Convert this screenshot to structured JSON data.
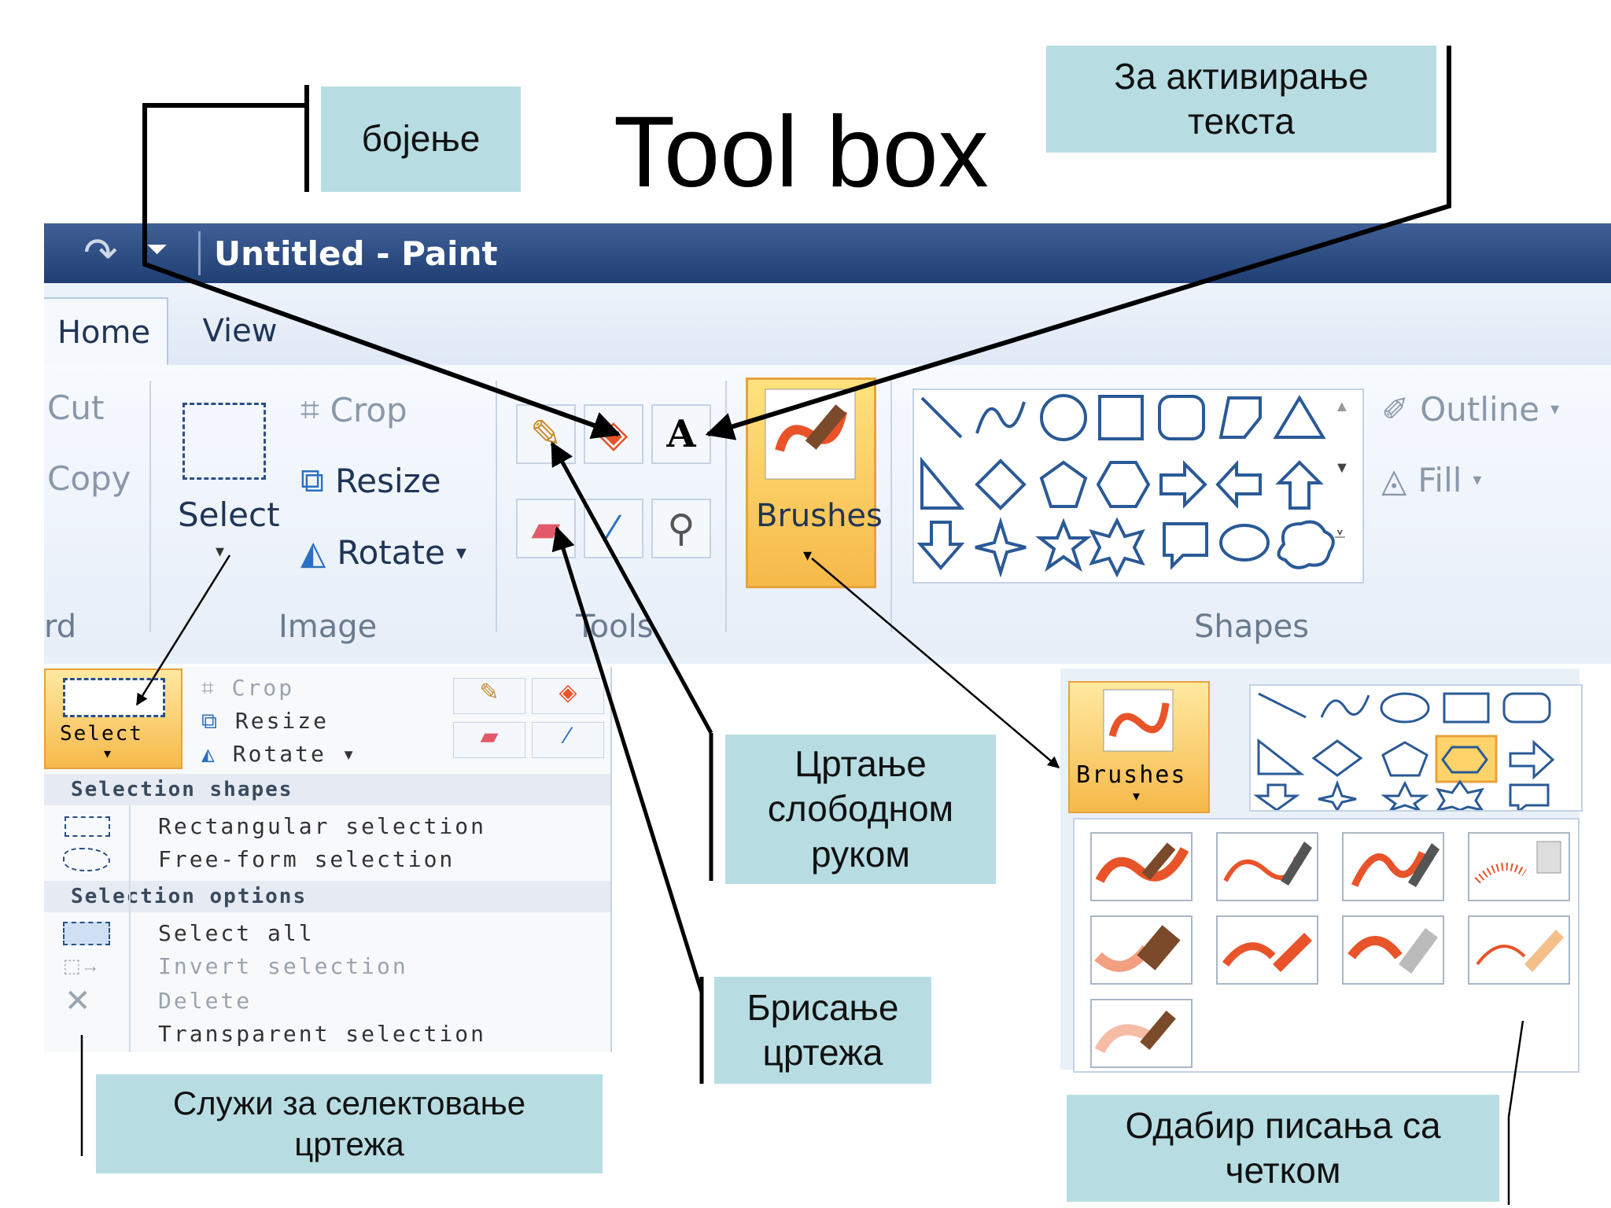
{
  "slide_title": "Tool box",
  "callouts": {
    "bojenje": "бојење",
    "text_activation": "За активирање\nтекста",
    "freehand": "Цртање\nслободном\nруком",
    "erase": "Брисање\nцртежа",
    "select": "Служи за селектовање\nцртежа",
    "brush": "Одабир писања са\nчетком"
  },
  "window": {
    "title": "Untitled - Paint",
    "tabs": [
      "Home",
      "View"
    ]
  },
  "ribbon": {
    "clipboard": {
      "cut": "Cut",
      "copy": "Copy",
      "group_label": "rd"
    },
    "image": {
      "select": "Select",
      "crop": "Crop",
      "resize": "Resize",
      "rotate": "Rotate",
      "group_label": "Image"
    },
    "tools": {
      "group_label": "Tools"
    },
    "brushes": {
      "label": "Brushes"
    },
    "shapes": {
      "group_label": "Shapes",
      "outline": "Outline",
      "fill": "Fill"
    }
  },
  "select_menu": {
    "button": "Select",
    "crop": "Crop",
    "resize": "Resize",
    "rotate": "Rotate",
    "section_shapes": "Selection shapes",
    "rect": "Rectangular selection",
    "freeform": "Free-form selection",
    "section_options": "Selection options",
    "select_all": "Select all",
    "invert": "Invert selection",
    "delete": "Delete",
    "transparent": "Transparent selection"
  },
  "brush_panel": {
    "label": "Brushes"
  },
  "colors": {
    "callout_bg": "#b7dde3",
    "titlebar": "#203f73",
    "brush_orange": "#e8532a",
    "highlight": "#f6b94a"
  }
}
